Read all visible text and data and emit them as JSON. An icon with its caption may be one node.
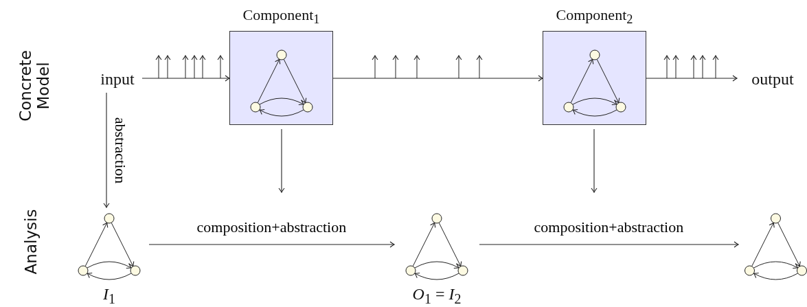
{
  "diagram": {
    "nodes": [
      {
        "text": [
          "input"
        ]
      },
      {
        "text": [
          "Component$_{1}$"
        ]
      },
      {
        "text": [
          "Component$_{2}$"
        ]
      },
      {
        "text": [
          "output"
        ]
      },
      {
        "text": [
          "*I*$_{1}$"
        ]
      },
      {
        "text": [
          "*O*$_{1}$ = *I*$_{2}$"
        ]
      },
      {
        "text": [],
        "shape": "picture"
      }
    ],
    "edges": [
      {
        "from": 0,
        "to": 1,
        "arrow": "to"
      },
      {
        "from": 1,
        "to": 2,
        "arrow": "to"
      },
      {
        "from": 2,
        "to": 3,
        "arrow": "to"
      },
      {
        "from": 0,
        "to": 4,
        "arrow": "to",
        "label": "abstraction"
      },
      {
        "from": 1,
        "to": null,
        "arrow": "to"
      },
      {
        "from": 2,
        "to": null,
        "arrow": "to"
      },
      {
        "from": 4,
        "to": 5,
        "arrow": "to",
        "label": "composition+abstraction"
      },
      {
        "from": 5,
        "to": 6,
        "arrow": "to",
        "label": "composition+abstraction"
      }
    ],
    "labels": [
      "Concrete Model",
      "Analysis"
    ]
  }
}
